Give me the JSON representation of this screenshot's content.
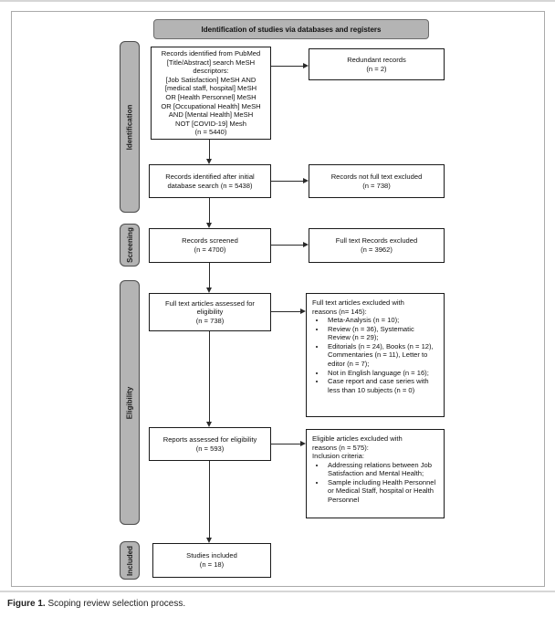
{
  "figure": {
    "header": "Identification of studies via databases and registers",
    "caption_label": "Figure 1.",
    "caption_text": " Scoping review selection process."
  },
  "stages": {
    "identification": "Identification",
    "screening": "Screening",
    "eligibility": "Eligibility",
    "included": "Included"
  },
  "boxes": {
    "records_identified": "Records identified from PubMed\n[Title/Abstract] search MeSH\ndescriptors:\n[Job Satisfaction] MeSH AND\n[medical staff, hospital] MeSH\nOR [Health Personnel] MeSH\nOR [Occupational Health] MeSH\nAND [Mental Health] MeSH\nNOT [COVID-19] Mesh\n(n = 5440)",
    "redundant_records": "Redundant records\n(n = 2)",
    "after_initial_search": "Records identified after initial\ndatabase search (n = 5438)",
    "not_full_text_excluded": "Records not full text excluded\n(n = 738)",
    "records_screened": "Records screened\n(n = 4700)",
    "full_text_records_excluded": "Full text Records excluded\n(n = 3962)",
    "full_text_assessed": "Full text articles assessed for\neligibility\n(n = 738)",
    "full_text_excluded": {
      "title": "Full text articles excluded with\nreasons (n= 145):",
      "bullets": [
        "Meta-Analysis (n = 10);",
        "Review (n = 36), Systematic Review (n = 29);",
        "Editorials (n = 24), Books (n = 12), Commentaries (n = 11), Letter to editor (n = 7);",
        "Not in English language (n = 16);",
        "Case report and case series with less than 10 subjects (n = 0)"
      ]
    },
    "reports_assessed": "Reports assessed for eligibility\n(n = 593)",
    "eligible_excluded": {
      "title": "Eligible articles excluded with\nreasons (n = 575):",
      "subtitle": "Inclusion criteria:",
      "bullets": [
        "Addressing relations between Job Satisfaction and Mental Health;",
        "Sample including Health Personnel or Medical Staff, hospital or Health Personnel"
      ]
    },
    "studies_included": "Studies included\n(n = 18)"
  },
  "colors": {
    "stage_fill": "#b4b4b4",
    "box_border": "#1a1a1a",
    "line": "#2a2a2a"
  }
}
